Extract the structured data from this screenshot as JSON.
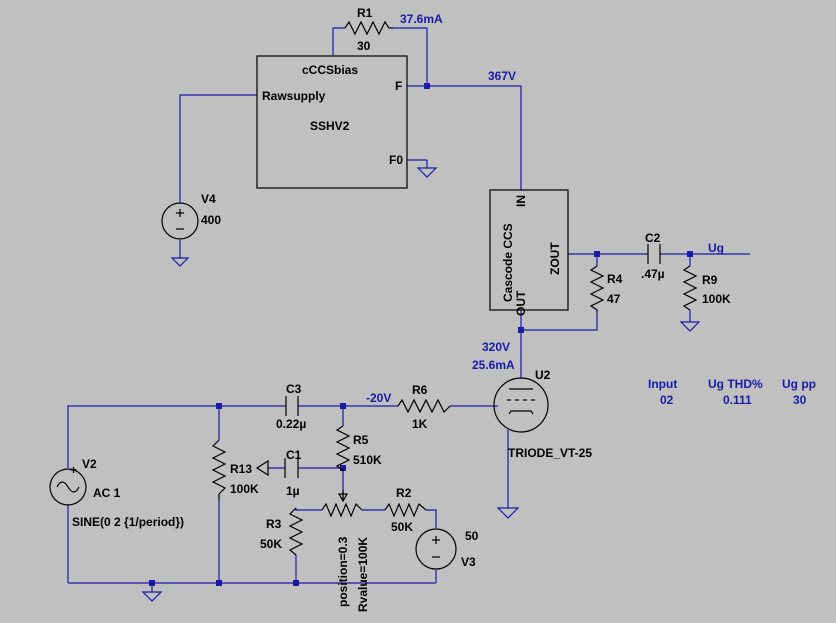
{
  "components": {
    "r1": {
      "name": "R1",
      "value": "30",
      "current": "37.6mA"
    },
    "ccs_bias": {
      "title": "cCCSbias",
      "pin_raw": "Rawsupply",
      "pin_f": "F",
      "pin_f0": "F0",
      "model": "SSHV2"
    },
    "v4": {
      "name": "V4",
      "value": "400"
    },
    "cascode": {
      "title": "Cascode CCS",
      "pin_in": "IN",
      "pin_zout": "ZOUT",
      "pin_out": "OUT"
    },
    "c2": {
      "name": "C2",
      "value": ".47µ"
    },
    "r4": {
      "name": "R4",
      "value": "47"
    },
    "r9": {
      "name": "R9",
      "value": "100K"
    },
    "u2": {
      "name": "U2",
      "model": "TRIODE_VT-25",
      "voltage": "320V",
      "current": "25.6mA"
    },
    "c3": {
      "name": "C3",
      "value": "0.22µ"
    },
    "r6": {
      "name": "R6",
      "value": "1K"
    },
    "r5": {
      "name": "R5",
      "value": "510K"
    },
    "c1": {
      "name": "C1",
      "value": "1µ"
    },
    "r13": {
      "name": "R13",
      "value": "100K"
    },
    "v2": {
      "name": "V2",
      "ac": "AC 1",
      "sine": "SINE(0 2 {1/period})"
    },
    "r3": {
      "name": "R3",
      "value": "50K"
    },
    "r2": {
      "name": "R2",
      "value": "50K"
    },
    "pot": {
      "position": "position=0.3",
      "rvalue": "Rvalue=100K"
    },
    "v3": {
      "name": "V3",
      "value": "50"
    }
  },
  "nets": {
    "supply": "367V",
    "grid": "-20V",
    "ug": "Ug"
  },
  "readout": {
    "input_label": "Input",
    "input_value": "02",
    "thd_label": "Ug THD%",
    "thd_value": "0.111",
    "pp_label": "Ug pp",
    "pp_value": "30"
  }
}
